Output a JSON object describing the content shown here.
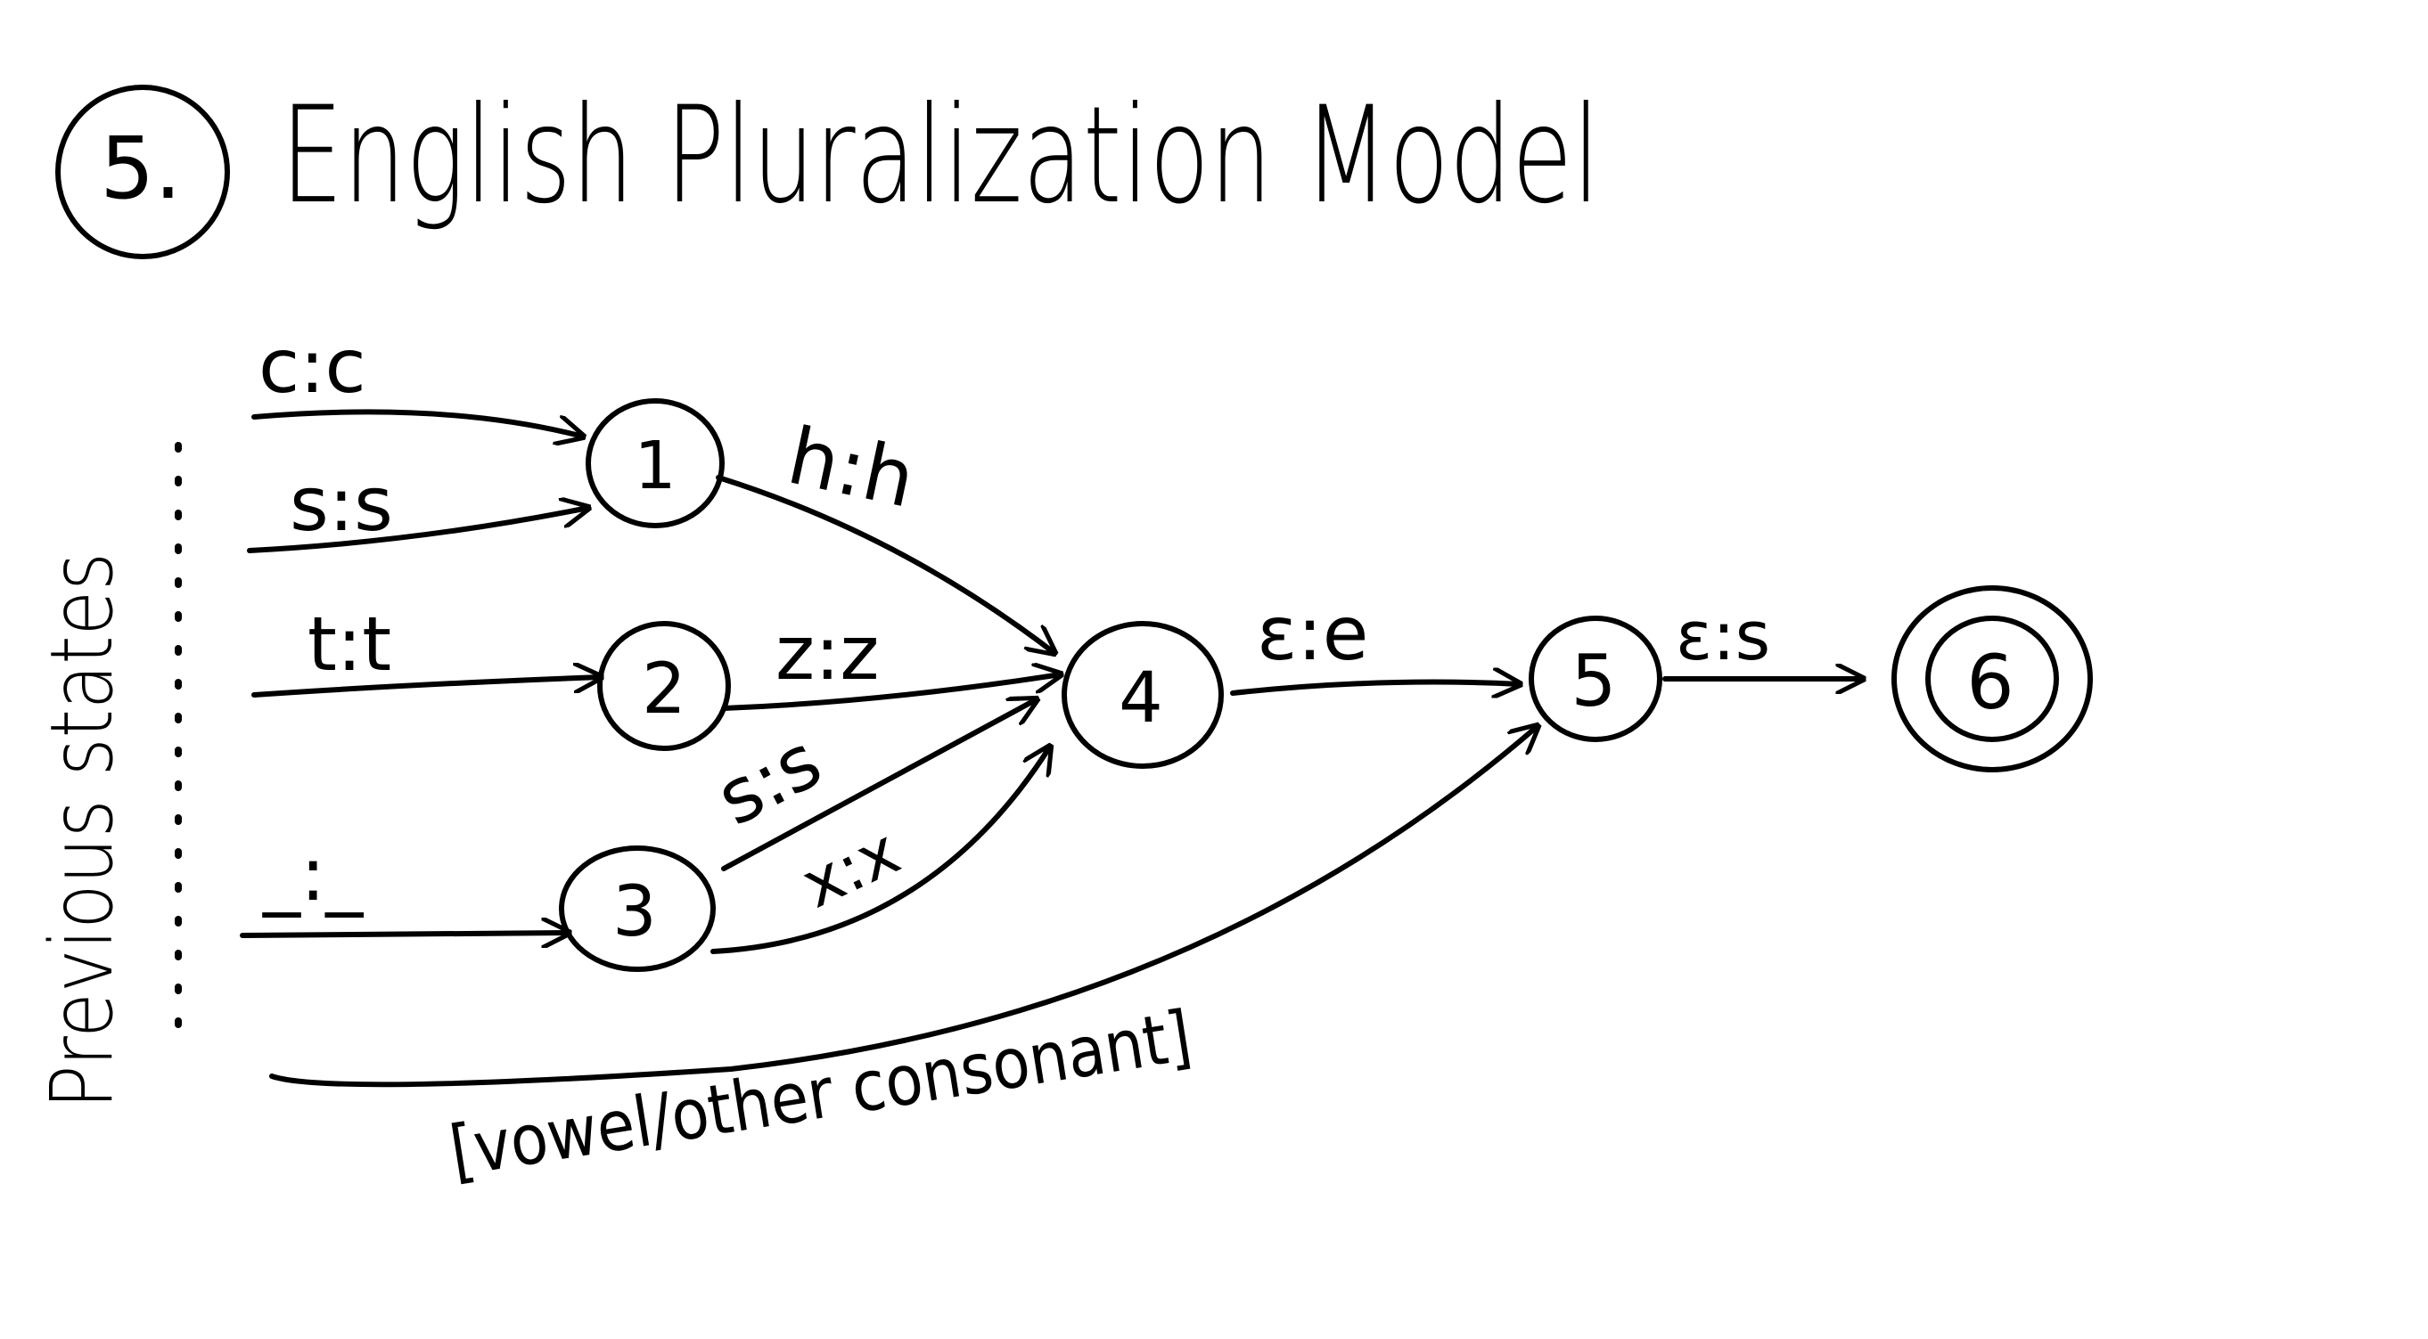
{
  "title": {
    "number": "5.",
    "text": "English Pluralization Model"
  },
  "side_label": "Previous states",
  "states": [
    {
      "id": "s1",
      "label": "1"
    },
    {
      "id": "s2",
      "label": "2"
    },
    {
      "id": "s3",
      "label": "3"
    },
    {
      "id": "s4",
      "label": "4"
    },
    {
      "id": "s5",
      "label": "5"
    },
    {
      "id": "s6",
      "label": "6",
      "accepting": true
    }
  ],
  "transitions": {
    "c_to_1": "c:c",
    "s_to_1": "s:s",
    "t_to_2": "t:t",
    "any_to_3": "_:_",
    "h_1_to_4": "h:h",
    "z_2_to_4": "z:z",
    "s_3_to_4": "s:s",
    "x_3_to_4": "x:x",
    "e_4_to_5": "ε:e",
    "s_5_to_6": "ε:s",
    "other_to_5": "[vowel/other consonant]"
  },
  "colors": {
    "ink": "#000000",
    "paper": "#ffffff"
  }
}
